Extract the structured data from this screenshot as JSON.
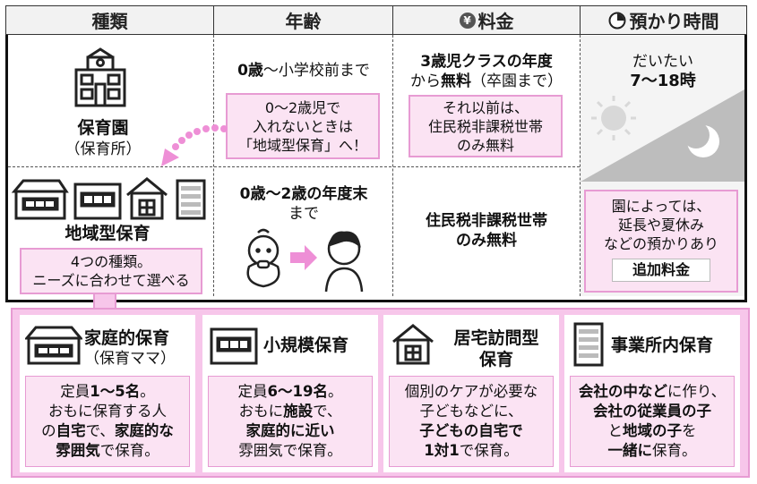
{
  "header": {
    "col1": "種類",
    "col2": "年齢",
    "col3": "料金",
    "col4": "預かり時間"
  },
  "hoikuen": {
    "name": "保育園",
    "sub": "（保育所）",
    "age": "0歳〜小学校前まで",
    "age_bold": "0歳",
    "age_rest": "〜小学校前まで",
    "note_line1": "0〜2歳児で",
    "note_line2": "入れないときは",
    "note_line3": "「地域型保育」へ！",
    "fee_line1": "3歳児クラスの年度",
    "fee_line2_a": "から",
    "fee_line2_b": "無料",
    "fee_line2_c": "（卒園まで）",
    "fee_box_line1": "それ以前は、",
    "fee_box_line2": "住民税非課税世帯",
    "fee_box_line3": "のみ無料"
  },
  "hours": {
    "line1": "だいたい",
    "line2": "7〜18時",
    "box_line1": "園によっては、",
    "box_line2": "延長や夏休み",
    "box_line3": "などの預かりあり",
    "extra_fee": "追加料金"
  },
  "chiiki": {
    "name": "地域型保育",
    "note_line1": "4つの種類。",
    "note_line2": "ニーズに合わせて選べる",
    "age_line1_bold": "0歳〜2歳の年度末",
    "age_line2": "まで",
    "fee_line1": "住民税非課税世帯",
    "fee_line2": "のみ無料"
  },
  "cards": [
    {
      "title": "家庭的保育",
      "subtitle": "（保育ママ）",
      "lines": [
        [
          {
            "t": "定員",
            "b": false
          },
          {
            "t": "1〜5名",
            "b": true
          },
          {
            "t": "。",
            "b": false
          }
        ],
        [
          {
            "t": "おもに保育する人",
            "b": false
          }
        ],
        [
          {
            "t": "の",
            "b": false
          },
          {
            "t": "自宅",
            "b": true
          },
          {
            "t": "で、",
            "b": false
          },
          {
            "t": "家庭的な",
            "b": true
          }
        ],
        [
          {
            "t": "雰囲気",
            "b": true
          },
          {
            "t": "で保育。",
            "b": false
          }
        ]
      ]
    },
    {
      "title": "小規模保育",
      "subtitle": "",
      "lines": [
        [
          {
            "t": "定員",
            "b": false
          },
          {
            "t": "6〜19名",
            "b": true
          },
          {
            "t": "。",
            "b": false
          }
        ],
        [
          {
            "t": "おもに",
            "b": false
          },
          {
            "t": "施設",
            "b": true
          },
          {
            "t": "で、",
            "b": false
          }
        ],
        [
          {
            "t": "家庭的に近い",
            "b": true
          }
        ],
        [
          {
            "t": "雰囲気で保育。",
            "b": false
          }
        ]
      ]
    },
    {
      "title": "居宅訪問型",
      "subtitle": "保育",
      "lines": [
        [
          {
            "t": "個別のケアが必要な",
            "b": false
          }
        ],
        [
          {
            "t": "子どもなどに、",
            "b": false
          }
        ],
        [
          {
            "t": "子どもの自宅で",
            "b": true
          }
        ],
        [
          {
            "t": "1対1",
            "b": true
          },
          {
            "t": "で保育。",
            "b": false
          }
        ]
      ]
    },
    {
      "title": "事業所内保育",
      "subtitle": "",
      "lines": [
        [
          {
            "t": "会社の中など",
            "b": true
          },
          {
            "t": "に作り、",
            "b": false
          }
        ],
        [
          {
            "t": "会社の従業員の子",
            "b": true
          }
        ],
        [
          {
            "t": "と",
            "b": false
          },
          {
            "t": "地域の子",
            "b": true
          },
          {
            "t": "を",
            "b": false
          }
        ],
        [
          {
            "t": "一緒に",
            "b": true
          },
          {
            "t": "保育。",
            "b": false
          }
        ]
      ]
    }
  ],
  "colors": {
    "pink_light": "#fbe3f3",
    "pink_border": "#e79bd3",
    "pink_dot": "#ee8fd6",
    "gray": "#f2f2f2"
  }
}
